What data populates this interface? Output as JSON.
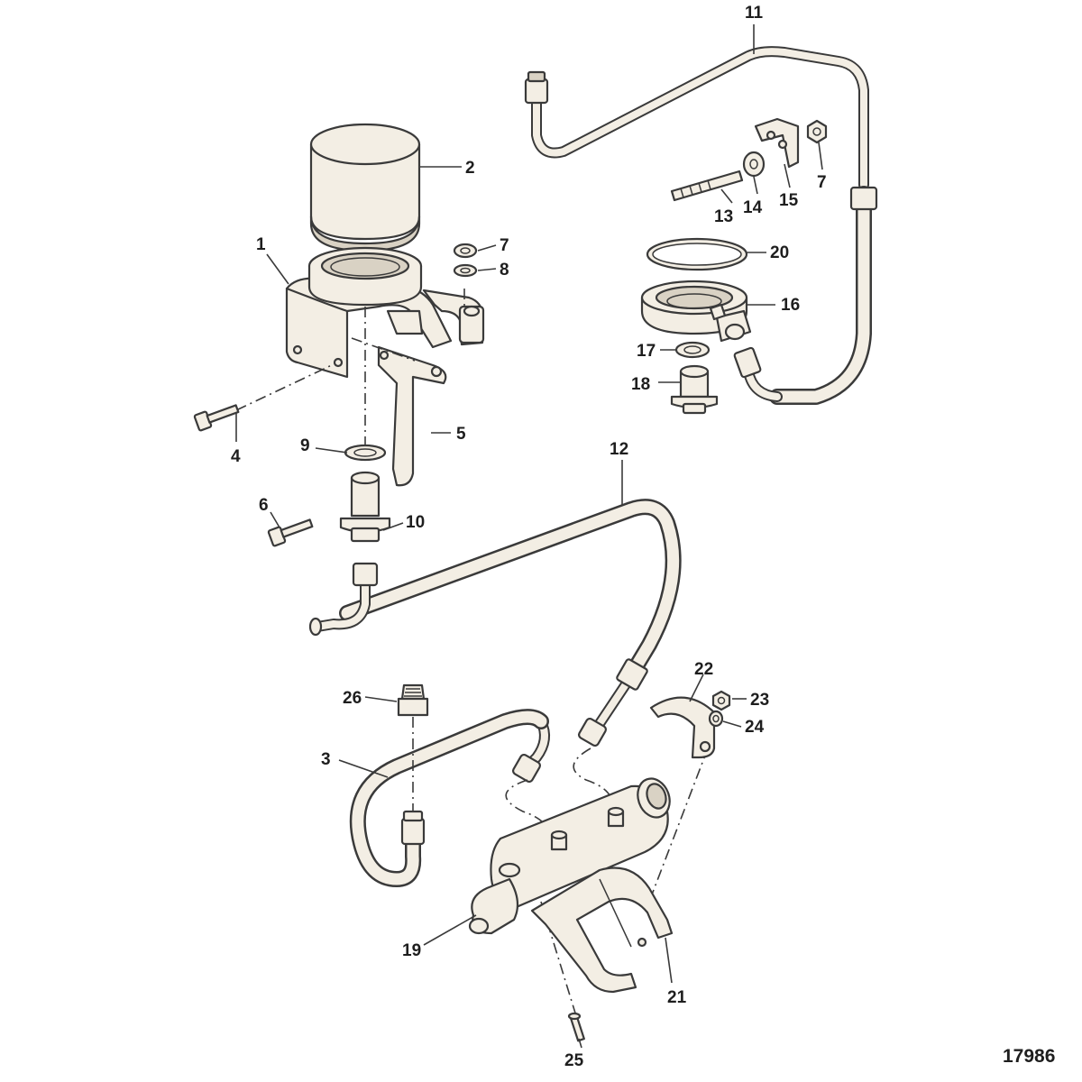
{
  "figure_number": "17986",
  "callouts": [
    "1",
    "2",
    "3",
    "4",
    "5",
    "6",
    "7",
    "8",
    "9",
    "10",
    "11",
    "12",
    "13",
    "14",
    "15",
    "7",
    "16",
    "17",
    "18",
    "19",
    "20",
    "21",
    "22",
    "23",
    "24",
    "25",
    "26"
  ],
  "colors": {
    "part_fill": "#f3eee4",
    "line": "#3a3a3a",
    "background": "#ffffff"
  }
}
